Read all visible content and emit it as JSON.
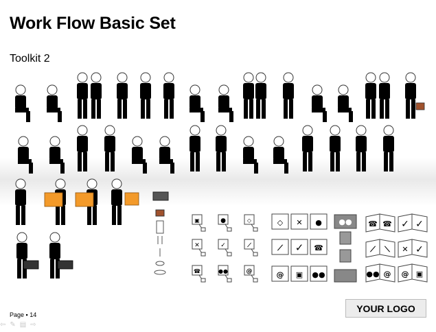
{
  "title": "Work Flow Basic Set",
  "subtitle": "Toolkit 2",
  "page_label": "Page",
  "page_number": "14",
  "logo_text": "YOUR LOGO",
  "colors": {
    "gray_figure": "#c8c8c8",
    "blue_accent": "#4a7fc1",
    "dark_figure": "#2b2b2b",
    "brown_worker": "#7b4a22",
    "box_orange": "#f39a2a",
    "worker_blue": "#1f4fa8"
  },
  "icons": {
    "small_grid": [
      "address-card-icon",
      "person-icon",
      "box-icon",
      "close-icon",
      "check-icon",
      "wrench-icon",
      "phone-icon",
      "group-icon",
      "at-sign-icon"
    ],
    "large_grid": [
      "box-icon",
      "tools-icon",
      "person-icon",
      "wrench-icon",
      "check-icon",
      "phone-icon",
      "at-sign-icon",
      "address-card-icon",
      "group-icon"
    ],
    "folded": [
      "phone-icon",
      "phone-icon",
      "check-icon",
      "check-icon",
      "wrench-icon",
      "tools-icon",
      "check-icon",
      "check-icon",
      "group-icon",
      "at-sign-icon",
      "at-sign-icon",
      "address-card-icon"
    ]
  }
}
